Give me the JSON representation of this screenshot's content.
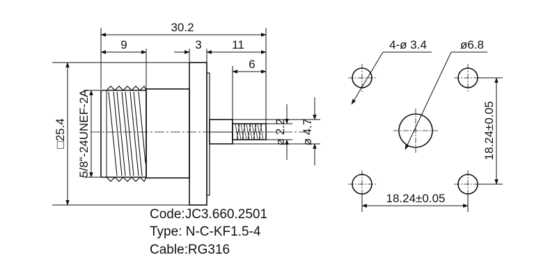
{
  "dimensions": {
    "overall_length": "30.2",
    "thread_length": "9",
    "flange_thickness": "3",
    "pin_length": "11",
    "pin_exposed": "6",
    "flange_square": "□25.4",
    "thread_spec": "5/8\"-24UNEF-2A",
    "pin_diameter": "ø 2.2",
    "body_diameter": "ø 4.7",
    "hole_callout": "4-ø 3.4",
    "center_hole": "ø6.8",
    "hole_spacing_vertical": "18.24±0.05",
    "hole_spacing_horizontal": "18.24±0.05"
  },
  "product": {
    "code": "Code:JC3.660.2501",
    "type": "Type: N-C-KF1.5-4",
    "cable": "Cable:RG316"
  }
}
